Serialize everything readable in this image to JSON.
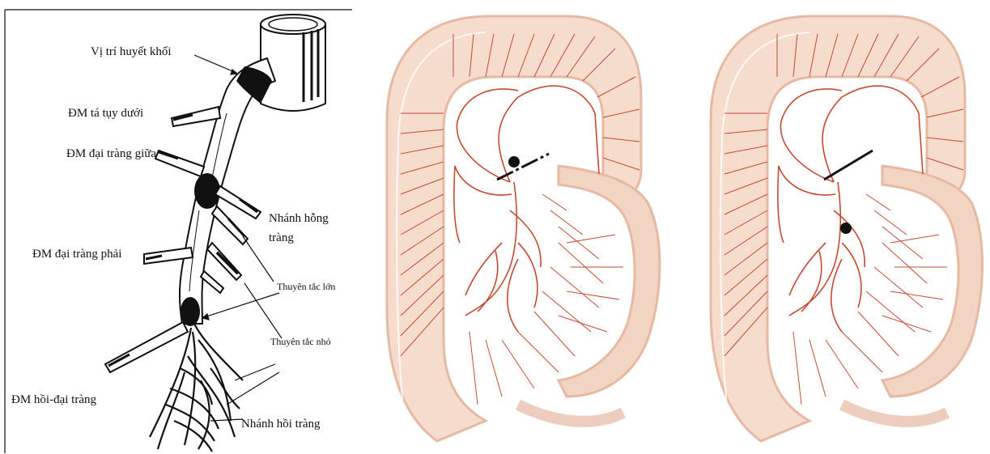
{
  "left_diagram": {
    "labels": {
      "thrombus_site": "Vị trí huyết khối",
      "inferior_pancreaticoduodenal": "ĐM tá tụy dưới",
      "middle_colic": "ĐM đại tràng giữa",
      "jejunal_branch_1": "Nhánh hỗng",
      "jejunal_branch_2": "tràng",
      "right_colic": "ĐM đại tràng phải",
      "large_embolus": "Thuyên tắc lớn",
      "small_embolus": "Thuyên tắc nhỏ",
      "ileocolic": "ĐM hồi-đại tràng",
      "ileal_branch": "Nhánh hồi tràng"
    },
    "colors": {
      "ink": "#111111"
    }
  },
  "right_diagrams": {
    "count": 2,
    "colors": {
      "colon_fill": "#f6dccc",
      "colon_edge": "#e6b9a3",
      "artery": "#c44a32",
      "marker": "#111111"
    }
  }
}
